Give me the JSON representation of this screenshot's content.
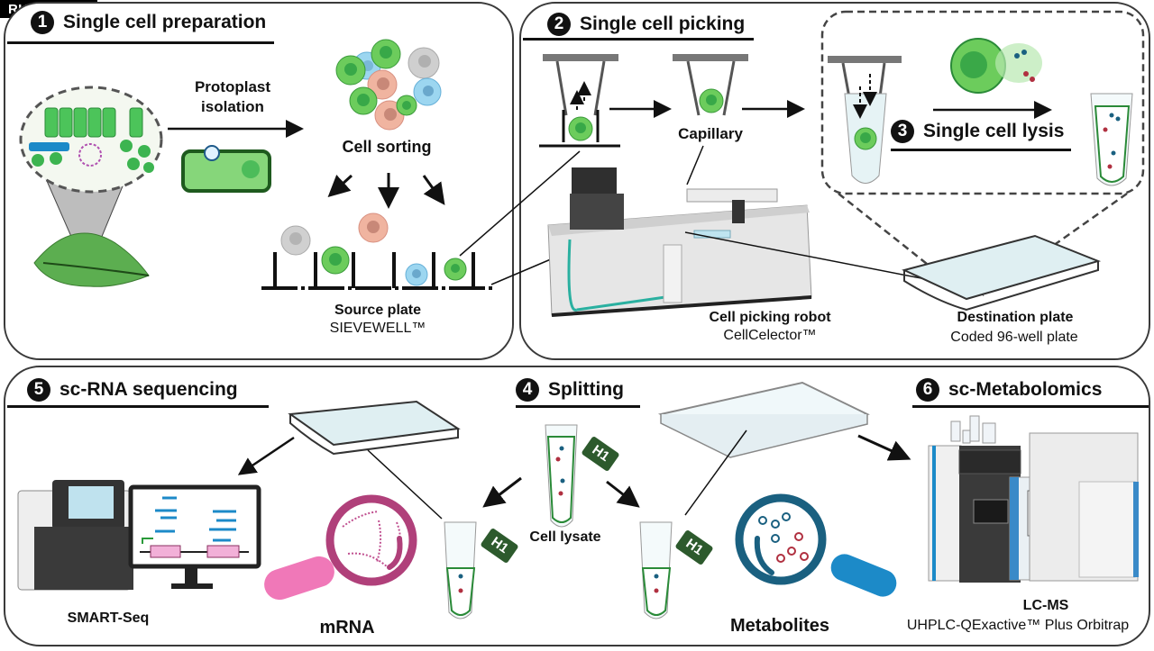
{
  "watermark": "RUTAB.NET",
  "steps": [
    {
      "num": "1",
      "title": "Single cell preparation"
    },
    {
      "num": "2",
      "title": "Single cell picking"
    },
    {
      "num": "3",
      "title": "Single cell lysis"
    },
    {
      "num": "4",
      "title": "Splitting"
    },
    {
      "num": "5",
      "title": "sc-RNA sequencing"
    },
    {
      "num": "6",
      "title": "sc-Metabolomics"
    }
  ],
  "labels": {
    "protoplast_line1": "Protoplast",
    "protoplast_line2": "isolation",
    "cell_sorting": "Cell sorting",
    "source_plate": "Source plate",
    "sievewell": "SIEVEWELL™",
    "capillary": "Capillary",
    "robot": "Cell picking robot",
    "cellcelector": "CellCelector™",
    "dest_plate": "Destination plate",
    "coded_plate": "Coded 96-well plate",
    "cell_lysate": "Cell lysate",
    "tube_tag": "H1",
    "smart_seq": "SMART-Seq",
    "mrna": "mRNA",
    "metabolites": "Metabolites",
    "lcms": "LC-MS",
    "uhplc": "UHPLC-QExactive™ Plus Orbitrap"
  },
  "colors": {
    "cell_green": "#5cc65c",
    "cell_blue": "#7ec8e8",
    "cell_pink": "#e8a898",
    "cell_gray": "#c8c8c8",
    "tag_green": "#2d5a2d",
    "mrna_magenta": "#b0407a",
    "metab_blue": "#1a6080",
    "accent_teal": "#2ab0a0"
  }
}
